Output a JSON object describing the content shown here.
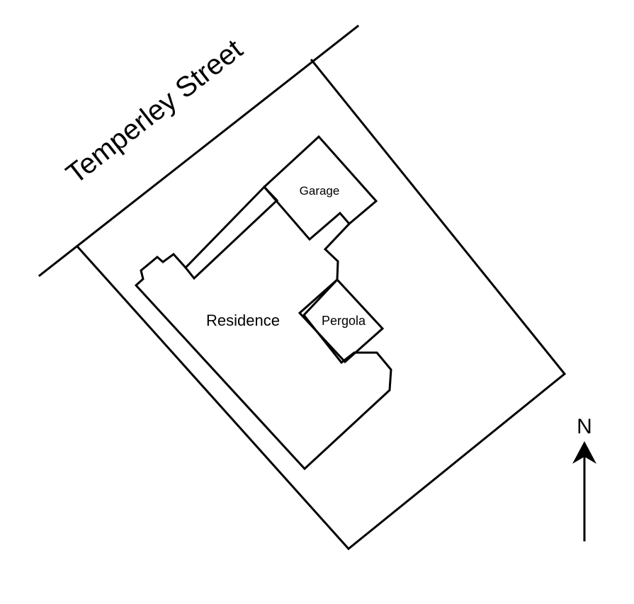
{
  "map": {
    "street_label": "Temperley Street",
    "labels": {
      "garage": "Garage",
      "residence": "Residence",
      "pergola": "Pergola"
    },
    "north_label": "N"
  },
  "colors": {
    "stroke": "#000000",
    "background": "#ffffff"
  }
}
